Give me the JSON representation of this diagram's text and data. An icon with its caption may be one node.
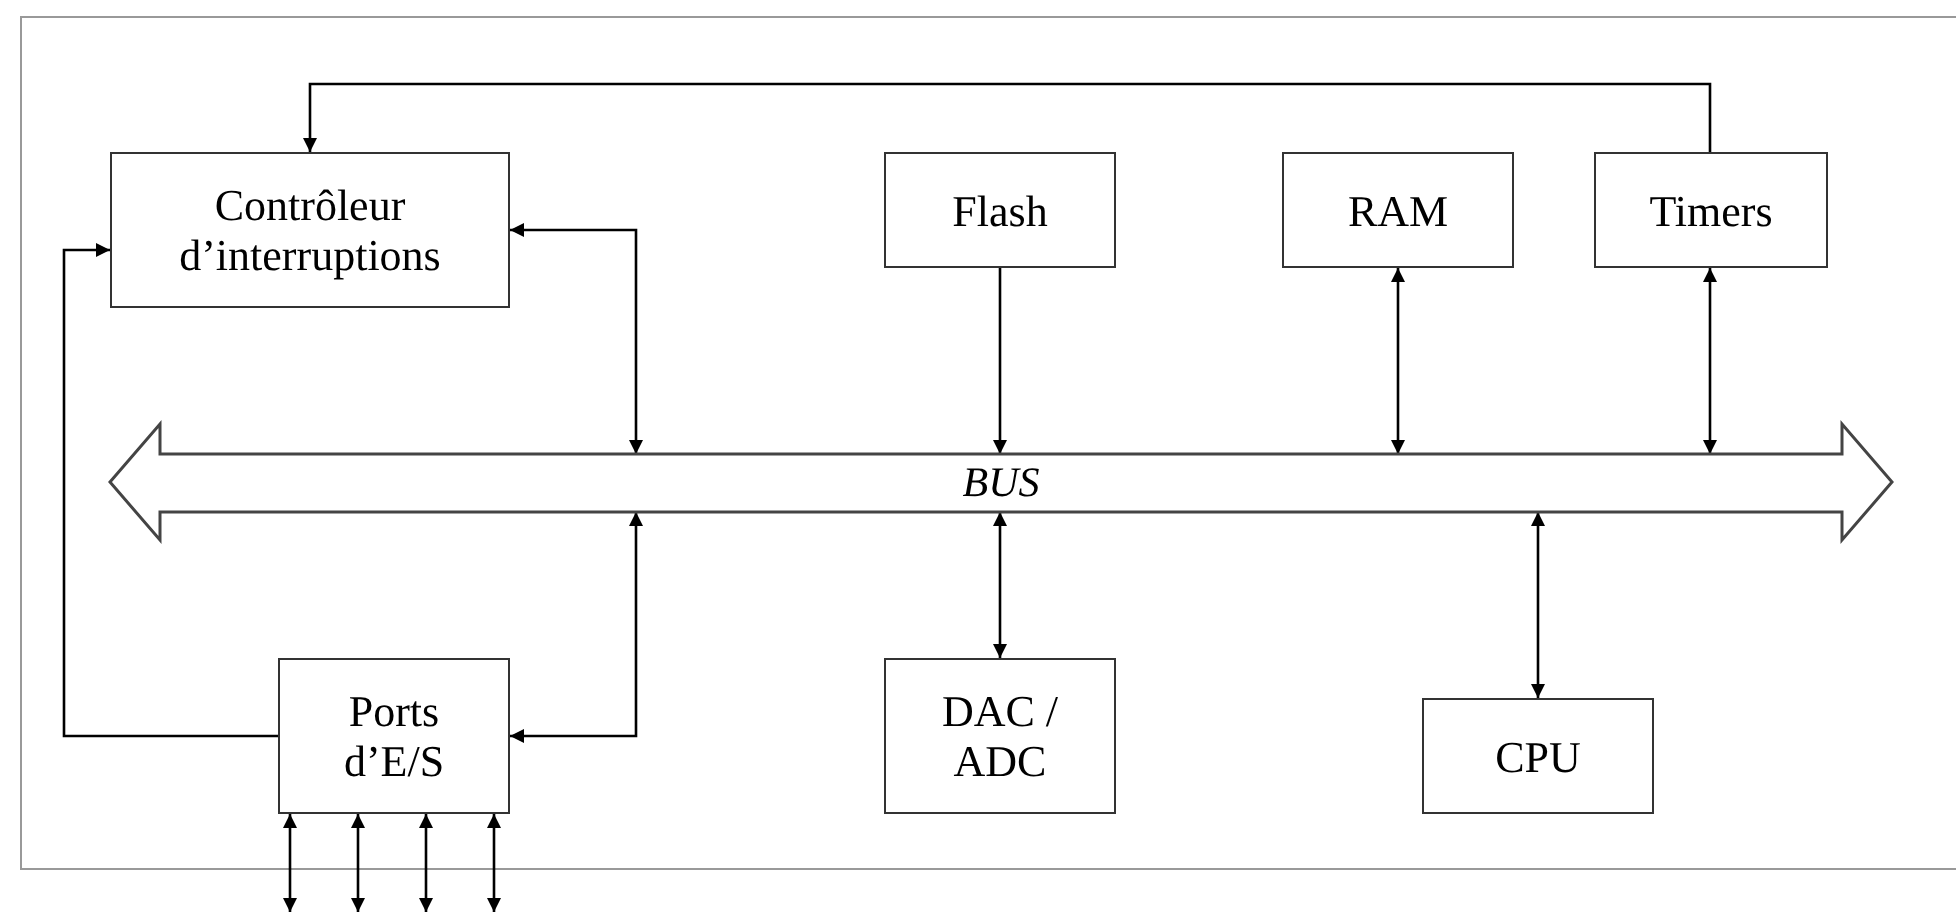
{
  "diagram": {
    "nodes": [
      {
        "text": [
          "Contrôleur d’interruptions"
        ]
      },
      {
        "text": [
          "Flash"
        ]
      },
      {
        "text": [
          "RAM"
        ]
      },
      {
        "text": [
          "Timers"
        ]
      },
      {
        "text": [
          "BUS"
        ]
      },
      {
        "text": [
          "Ports d’E/S"
        ]
      },
      {
        "text": [
          "DAC / ADC"
        ]
      },
      {
        "text": [
          "CPU"
        ]
      }
    ],
    "edges": [
      {
        "from": 3,
        "to": 0,
        "arrow": "to"
      },
      {
        "from": 0,
        "to": 4,
        "arrow": "both"
      },
      {
        "from": 1,
        "to": 4,
        "arrow": "to"
      },
      {
        "from": 2,
        "to": 4,
        "arrow": "both"
      },
      {
        "from": 3,
        "to": 4,
        "arrow": "both"
      },
      {
        "from": 5,
        "to": 0,
        "arrow": "to"
      },
      {
        "from": 5,
        "to": 4,
        "arrow": "both"
      },
      {
        "from": 6,
        "to": 4,
        "arrow": "both"
      },
      {
        "from": 7,
        "to": 4,
        "arrow": "both"
      },
      {
        "from": 5,
        "to": null,
        "arrow": "both"
      },
      {
        "from": 5,
        "to": null,
        "arrow": "both"
      },
      {
        "from": 5,
        "to": null,
        "arrow": "both"
      },
      {
        "from": 5,
        "to": null,
        "arrow": "both"
      }
    ]
  }
}
